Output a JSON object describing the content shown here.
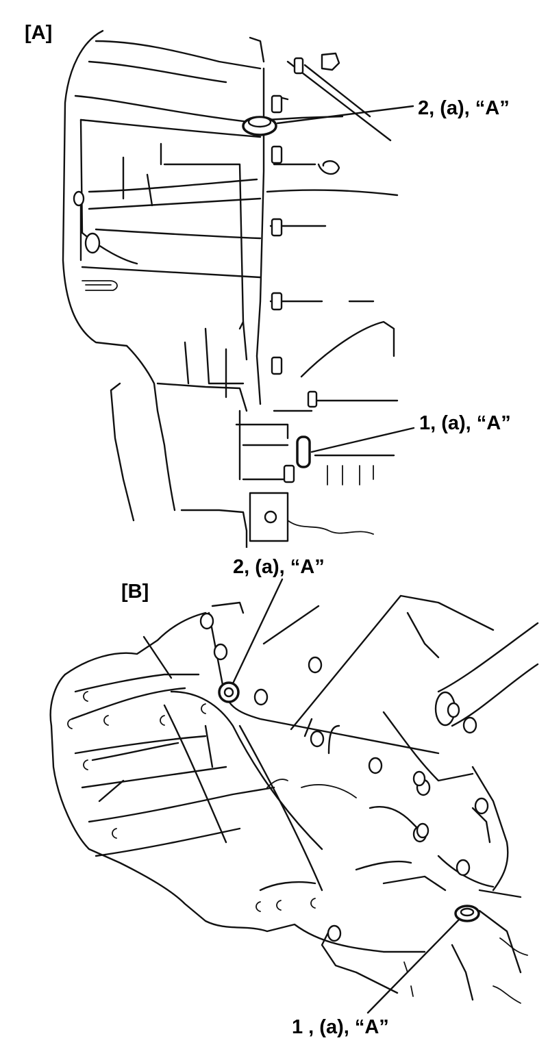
{
  "view_a": {
    "label": "[A]",
    "callouts": [
      {
        "text": "2, (a), “A”"
      },
      {
        "text": "1, (a), “A”"
      }
    ]
  },
  "view_b": {
    "label": "[B]",
    "callouts": [
      {
        "text": "2, (a), “A”"
      },
      {
        "text": "1 , (a), “A”"
      }
    ]
  }
}
